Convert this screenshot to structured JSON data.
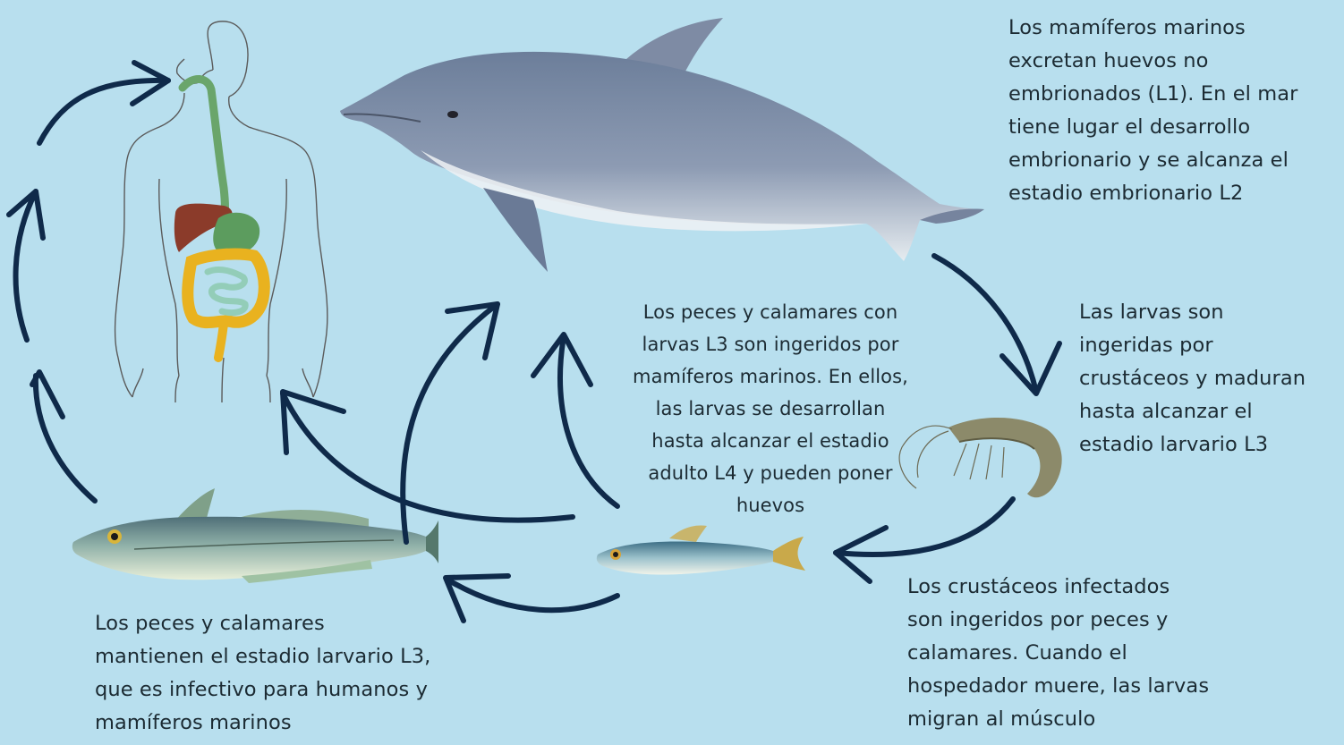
{
  "captions": {
    "marine_mammals": "Los mamíferos marinos\nexcretan huevos no\nembrionados (L1). En el mar\ntiene lugar el desarrollo\nembrionario y se alcanza el\nestadio embrionario L2",
    "crustacean_ingestion": "Las larvas son\ningeridas por\ncrustáceos y maduran\nhasta alcanzar el\nestadio larvario L3",
    "fish_to_mammals": "Los peces y calamares con\nlarvas L3 son ingeridos por\nmamíferos marinos. En ellos,\nlas larvas se desarrollan\nhasta alcanzar el estadio\nadulto L4 y pueden poner\nhuevos",
    "infected_crustaceans": "Los crustáceos infectados\nson ingeridos por peces y\ncalamares. Cuando el\nhospedador muere, las larvas\nmigran al músculo",
    "fish_maintain_l3": "Los peces y calamares\nmantienen el estadio larvario L3,\nque es infectivo para humanos y\nmamíferos marinos"
  },
  "colors": {
    "background": "#b8dfee",
    "arrow": "#0f2a4a",
    "text": "#1c2b33"
  },
  "icons": [
    "human-body-icon",
    "dolphin-icon",
    "shrimp-icon",
    "hake-fish-icon",
    "sardine-icon"
  ]
}
